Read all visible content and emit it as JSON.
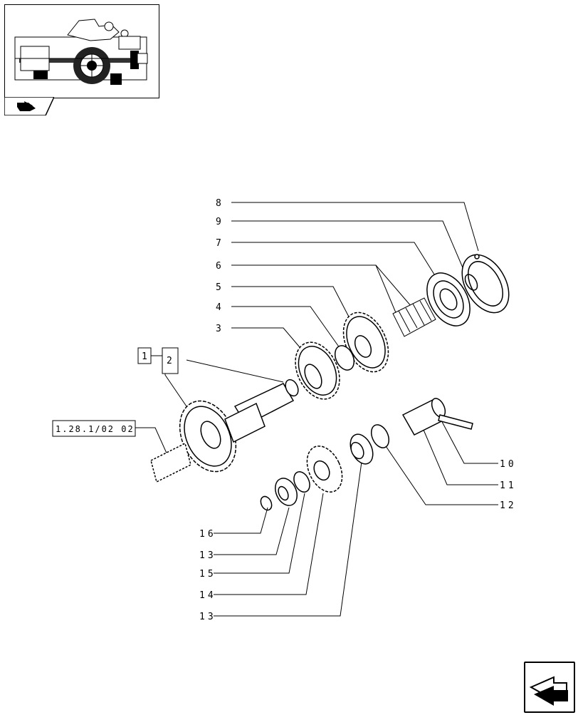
{
  "thumbnail": {
    "icon": "tractor-transmission-thumbnail"
  },
  "nav": {
    "icon": "next-page-arrow-icon"
  },
  "reference_box": {
    "text": "1"
  },
  "cross_ref": {
    "text": "1.28.1/02 02"
  },
  "callouts": {
    "c1": "8",
    "c2": "9",
    "c3": "7",
    "c4": "6",
    "c5": "5",
    "c6": "4",
    "c7": "3",
    "c8": "2",
    "c9": "10",
    "c10": "11",
    "c11": "12",
    "c12": "16",
    "c13": "13",
    "c14": "15",
    "c15": "14",
    "c16": "13"
  }
}
